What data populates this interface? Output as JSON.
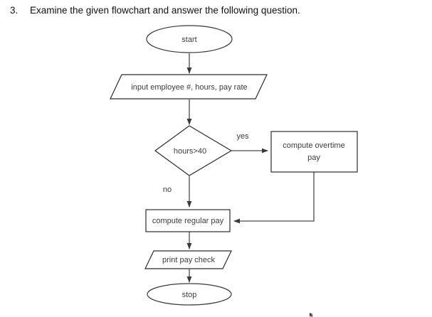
{
  "question": {
    "number": "3.",
    "text": "Examine the given flowchart and answer the following question."
  },
  "flowchart": {
    "nodes": {
      "start": {
        "label": "start",
        "type": "terminator"
      },
      "input": {
        "label": "input employee #, hours, pay rate",
        "type": "input-output"
      },
      "decision": {
        "label": "hours>40",
        "type": "decision"
      },
      "overtime": {
        "label_line1": "compute overtime",
        "label_line2": "pay",
        "type": "process"
      },
      "regular": {
        "label": "compute regular pay",
        "type": "process"
      },
      "print": {
        "label": "print pay check",
        "type": "input-output"
      },
      "stop": {
        "label": "stop",
        "type": "terminator"
      }
    },
    "edges": {
      "yes": "yes",
      "no": "no"
    },
    "colors": {
      "shape_stroke": "#2b2b2b",
      "connector": "#4a4a4a",
      "text": "#3c3c3c",
      "background": "#ffffff"
    }
  }
}
